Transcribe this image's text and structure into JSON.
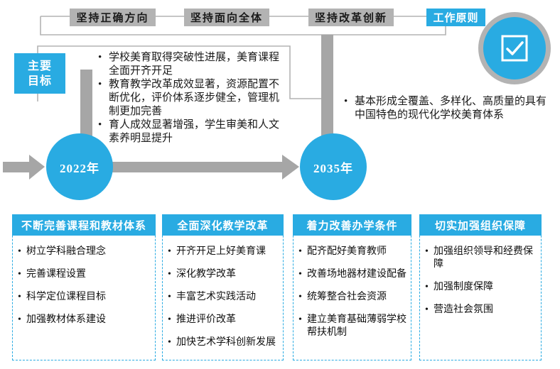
{
  "principles": {
    "label": "工作原则",
    "items": [
      "坚持正确方向",
      "坚持面向全体",
      "坚持改革创新"
    ]
  },
  "main_goals": {
    "label_lines": [
      "主要",
      "目标"
    ],
    "goals_2022": [
      "学校美育取得突破性进展，美育课程全面开齐开足",
      "教育教学改革成效显著，资源配置不断优化，评价体系逐步健全，管理机制更加完善",
      "育人成效显著增强，学生审美和人文素养明显提升"
    ],
    "goals_2035": [
      "基本形成全覆盖、多样化、高质量的具有中国特色的现代化学校美育体系"
    ]
  },
  "timeline": {
    "milestones": [
      "2022年",
      "2035年"
    ]
  },
  "columns": [
    {
      "title": "不断完善课程和教材体系",
      "items": [
        "树立学科融合理念",
        "完善课程设置",
        "科学定位课程目标",
        "加强教材体系建设"
      ]
    },
    {
      "title": "全面深化教学改革",
      "items": [
        "开齐开足上好美育课",
        "深化教学改革",
        "丰富艺术实践活动",
        "推进评价改革",
        "加快艺术学科创新发展"
      ]
    },
    {
      "title": "着力改善办学条件",
      "items": [
        "配齐配好美育教师",
        "改善场地器材建设配备",
        "统筹整合社会资源",
        "建立美育基础薄弱学校帮扶机制"
      ]
    },
    {
      "title": "切实加强组织保障",
      "items": [
        "加强组织领导和经费保障",
        "加强制度保障",
        "营造社会氛围"
      ]
    }
  ],
  "colors": {
    "accent_blue": "#29abe2",
    "box_gray": "#b3b3b3",
    "arrow_gray": "#a6a6a6",
    "text_dark": "#1a1a1a"
  }
}
